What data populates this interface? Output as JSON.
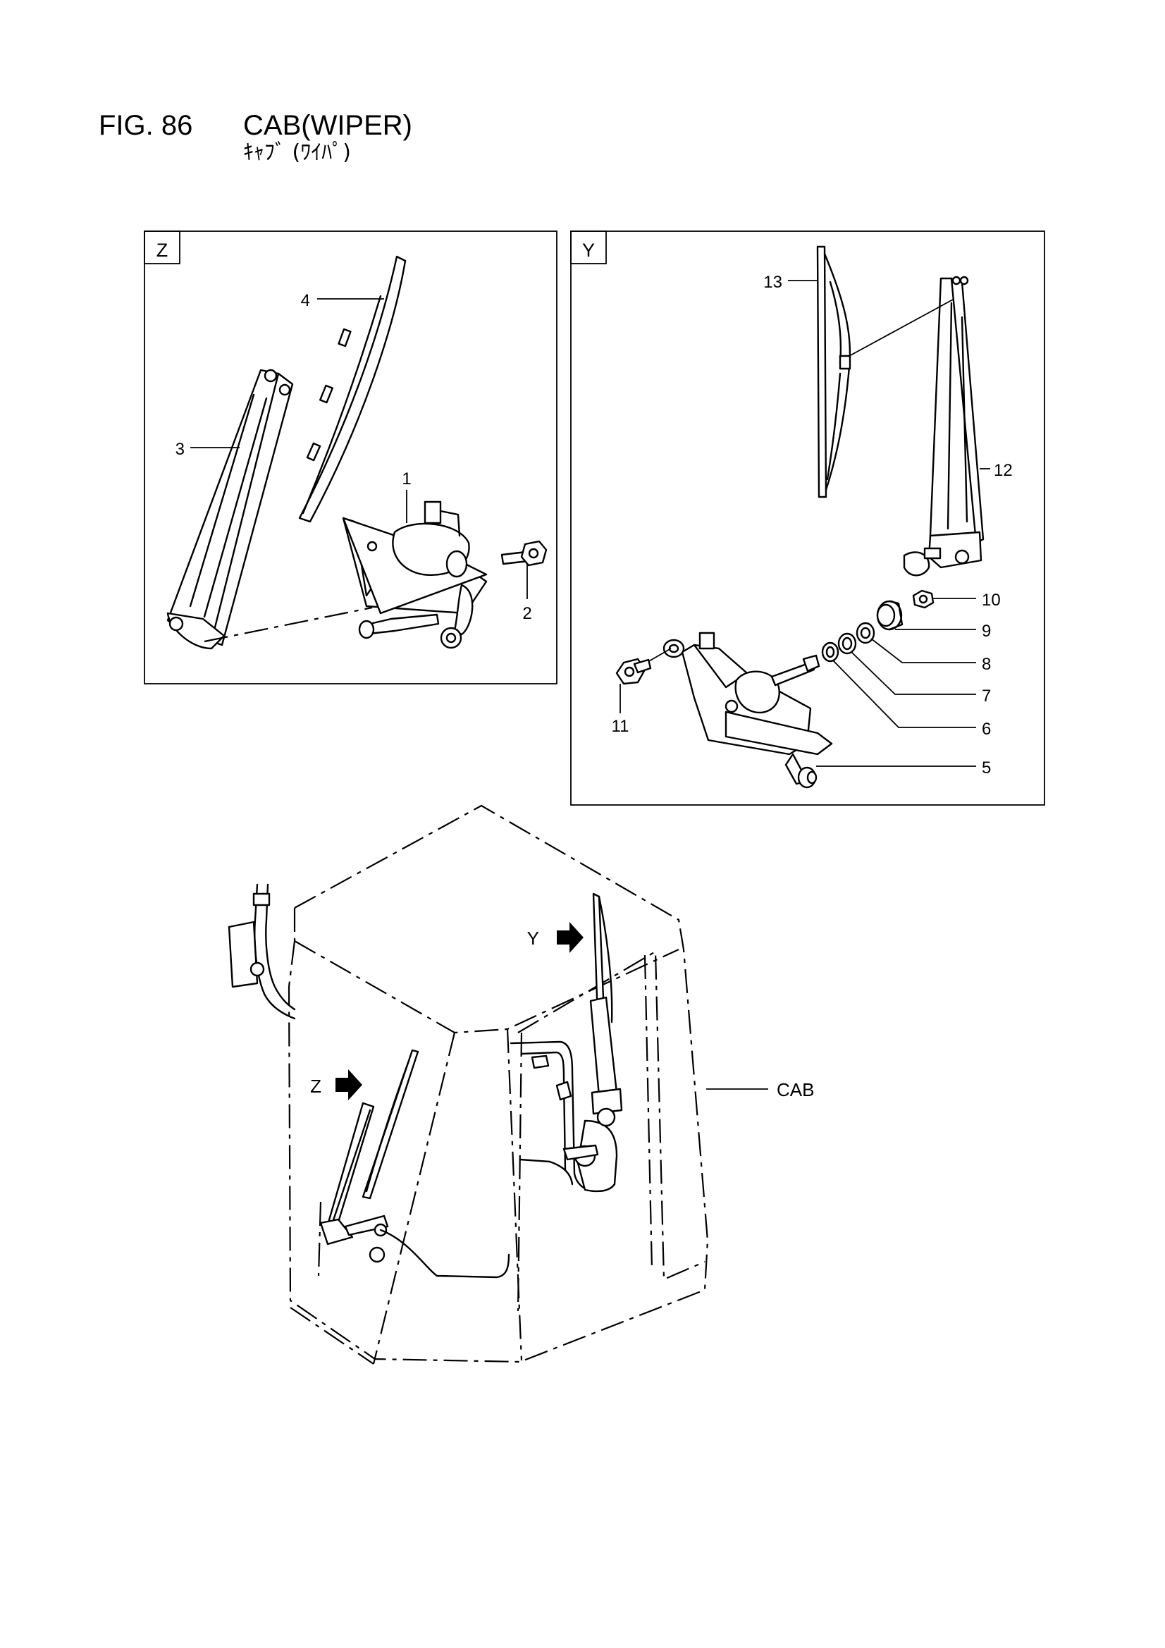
{
  "header": {
    "fig_no": "FIG. 86",
    "title": "CAB(WIPER)",
    "subtitle_jp": "ｷｬﾌﾞ (ﾜｲﾊﾟ)"
  },
  "views": {
    "z": {
      "tag": "Z"
    },
    "y": {
      "tag": "Y"
    }
  },
  "callouts": {
    "p1": "1",
    "p2": "2",
    "p3": "3",
    "p4": "4",
    "p5": "5",
    "p6": "6",
    "p7": "7",
    "p8": "8",
    "p9": "9",
    "p10": "10",
    "p11": "11",
    "p12": "12",
    "p13": "13",
    "cab": "CAB"
  },
  "overview": {
    "arrow_y": "Y",
    "arrow_z": "Z"
  }
}
